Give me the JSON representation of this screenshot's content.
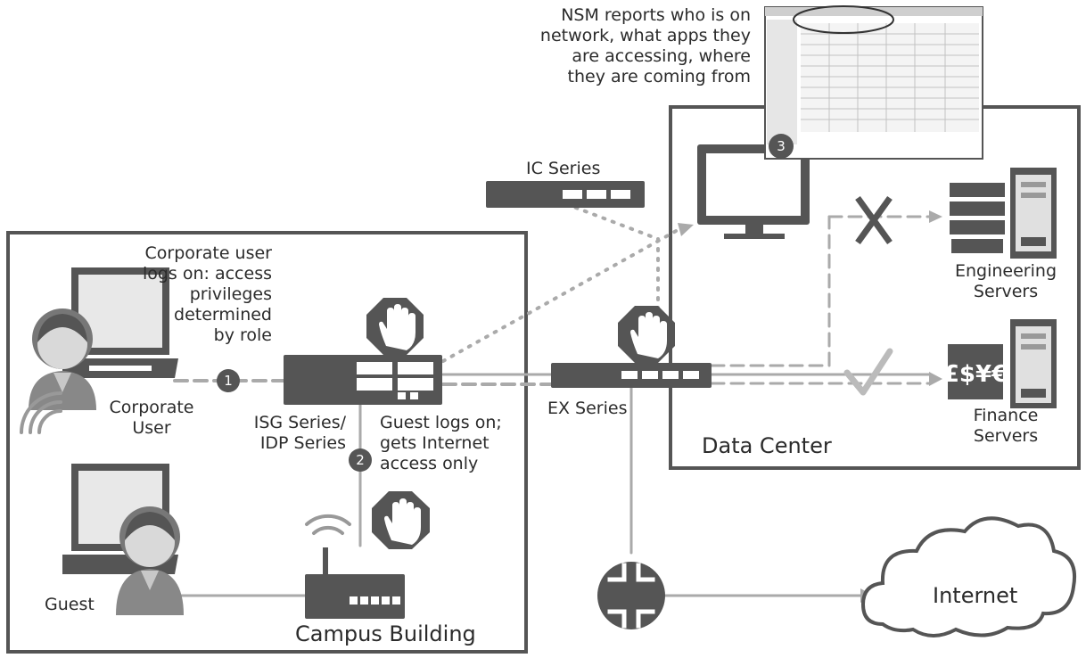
{
  "callout_nsm": [
    "NSM reports who is on",
    "network, what apps they",
    "are accessing, where",
    "they are coming from"
  ],
  "callout_corporate": [
    "Corporate user",
    "logs on: access",
    "privileges",
    "determined",
    "by role"
  ],
  "label_ic_series": "IC Series",
  "label_corporate_user": [
    "Corporate",
    "User"
  ],
  "label_isg_idp": [
    "ISG Series/",
    "IDP Series"
  ],
  "callout_guest": [
    "Guest logs on;",
    "gets Internet",
    "access only"
  ],
  "label_ex_series": "EX Series",
  "label_data_center": "Data Center",
  "label_engineering_servers": [
    "Engineering",
    "Servers"
  ],
  "label_finance_servers": [
    "Finance",
    "Servers"
  ],
  "label_guest": "Guest",
  "label_campus_building": "Campus Building",
  "label_internet": "Internet",
  "step_markers": [
    "1",
    "2",
    "3"
  ],
  "colors": {
    "dark": "#555555",
    "mid": "#8a8a8a",
    "light": "#bdbdbd",
    "line": "#b0b0b0"
  }
}
